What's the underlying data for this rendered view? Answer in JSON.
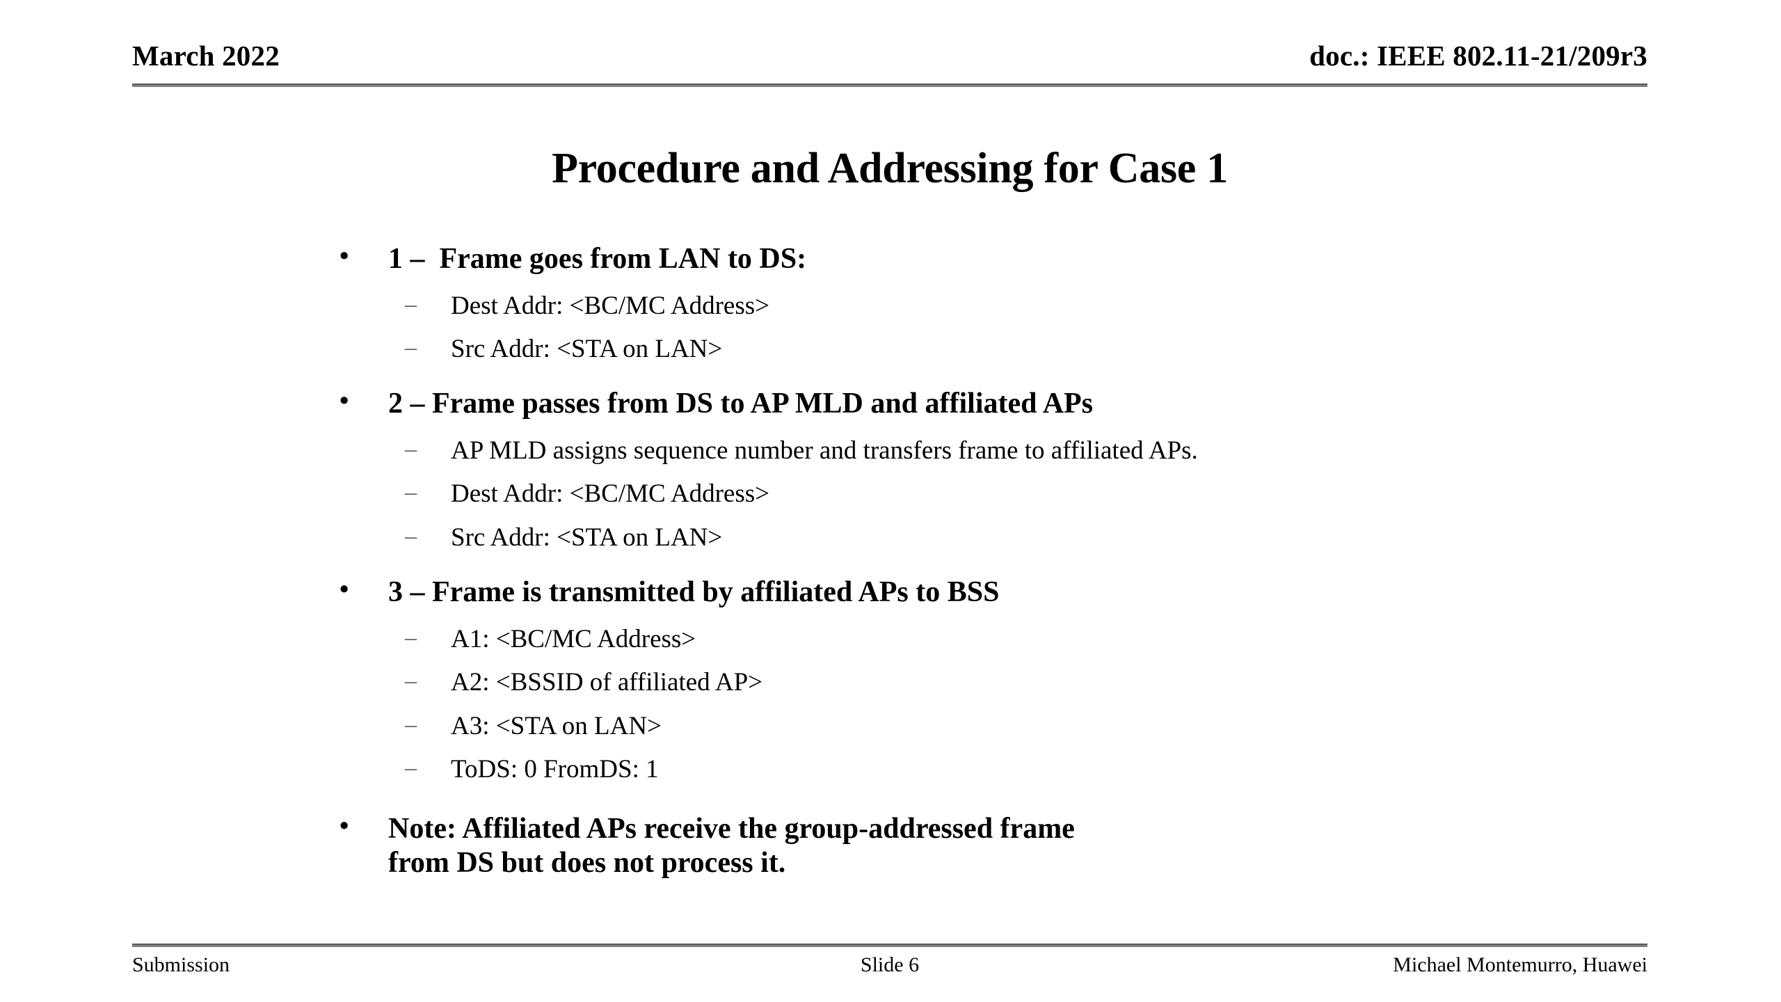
{
  "header": {
    "date": "March 2022",
    "doc": "doc.: IEEE 802.11-21/209r3"
  },
  "title": "Procedure and Addressing for Case 1",
  "body": {
    "groups": [
      {
        "bullet": "1 –  Frame goes from LAN to DS:",
        "subs": [
          "Dest Addr: <BC/MC Address>",
          "Src Addr: <STA on LAN>"
        ]
      },
      {
        "bullet": "2 – Frame passes from DS to AP MLD and affiliated APs",
        "subs": [
          "AP MLD assigns sequence number and transfers frame to affiliated APs.",
          "Dest Addr: <BC/MC Address>",
          "Src Addr: <STA on LAN>"
        ]
      },
      {
        "bullet": "3 – Frame is transmitted by affiliated APs to BSS",
        "subs": [
          "A1: <BC/MC Address>",
          "A2: <BSSID of affiliated AP>",
          "A3: <STA on LAN>",
          "ToDS: 0 FromDS: 1"
        ]
      },
      {
        "bullet": "Note: Affiliated APs receive the group-addressed frame from DS but does not process it.",
        "subs": []
      }
    ]
  },
  "footer": {
    "left": "Submission",
    "center": "Slide 6",
    "right": "Michael Montemurro, Huawei"
  },
  "colors": {
    "text": "#000000",
    "rule": "#808080",
    "rule_top": "#5a5a5a",
    "background": "#ffffff",
    "dash_marker": "#595959"
  }
}
